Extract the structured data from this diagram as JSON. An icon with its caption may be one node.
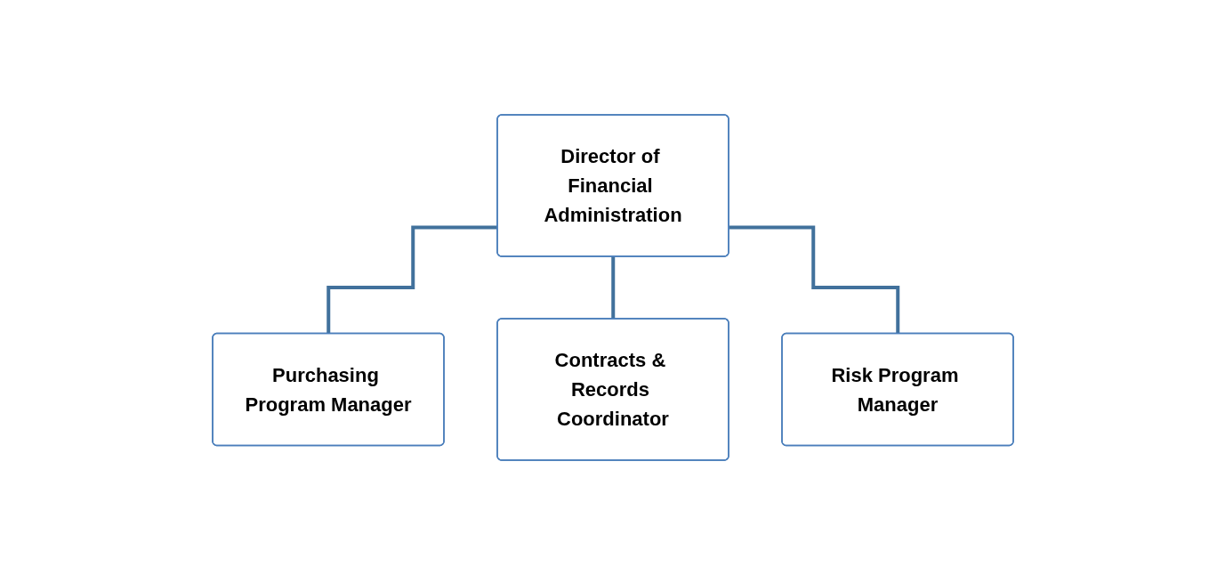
{
  "diagram": {
    "nodes": [
      {
        "text": [
          "Director of Financial Administration"
        ]
      },
      {
        "text": [
          "Purchasing Program Manager"
        ]
      },
      {
        "text": [
          "Contracts & Records Coordinator"
        ]
      },
      {
        "text": [
          "Risk Program Manager"
        ]
      }
    ],
    "edges": [
      {
        "from": 0,
        "to": 1,
        "arrow": "none"
      },
      {
        "from": 0,
        "to": 2,
        "arrow": "none"
      },
      {
        "from": 0,
        "to": 3,
        "arrow": "none"
      }
    ]
  }
}
